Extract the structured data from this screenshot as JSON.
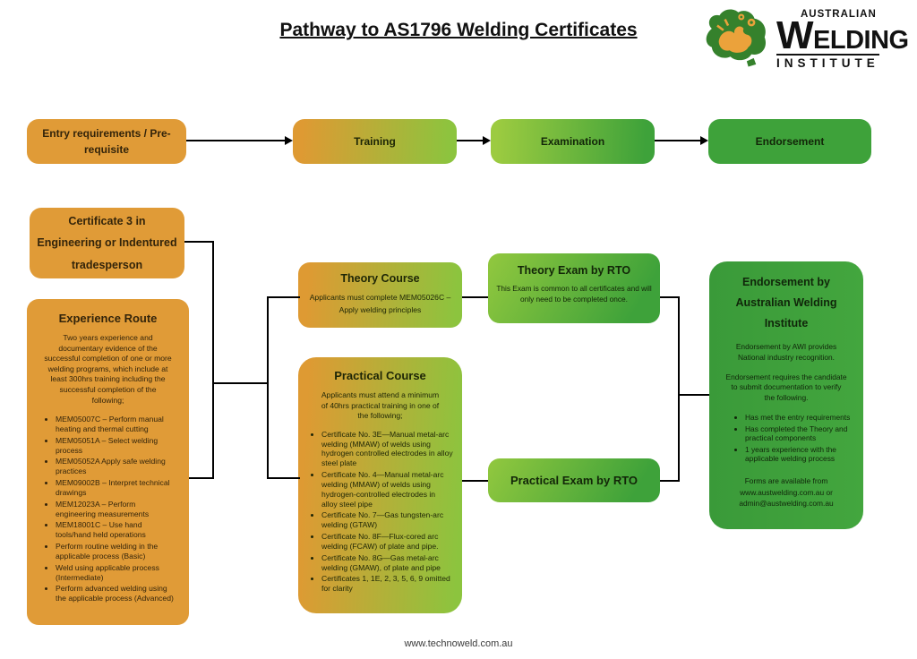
{
  "title": "Pathway to AS1796 Welding Certificates",
  "logo": {
    "australian": "AUSTRALIAN",
    "welding": "WELDING",
    "institute": "INSTITUTE"
  },
  "flow_row": {
    "entry": "Entry requirements / Pre-requisite",
    "training": "Training",
    "examination": "Examination",
    "endorsement": "Endorsement"
  },
  "certificate3": {
    "title": "Certificate 3 in Engineering or Indentured tradesperson"
  },
  "experience": {
    "title": "Experience Route",
    "intro": "Two years experience and documentary evidence of the successful completion of one or more welding programs, which include at least 300hrs training including the successful completion of the following;",
    "bullets": [
      "MEM05007C – Perform manual heating and thermal cutting",
      "MEM05051A – Select welding process",
      "MEM05052A Apply safe welding practices",
      "MEM09002B – Interpret technical drawings",
      "MEM12023A – Perform engineering measurements",
      "MEM18001C – Use hand tools/hand held operations",
      "Perform routine welding in the applicable process (Basic)",
      "Weld using applicable process (Intermediate)",
      "Perform advanced welding using the applicable process (Advanced)"
    ]
  },
  "theory_course": {
    "title": "Theory Course",
    "body": "Applicants must complete MEM05026C – Apply welding principles"
  },
  "practical_course": {
    "title": "Practical Course",
    "intro": "Applicants must attend a minimum of 40hrs practical training in one of the following;",
    "bullets": [
      "Certificate No. 3E—Manual metal-arc welding (MMAW) of welds using hydrogen controlled electrodes in alloy steel plate",
      "Certificate No. 4—Manual metal-arc welding (MMAW) of welds using hydrogen-controlled electrodes in alloy steel pipe",
      "Certificate No. 7—Gas tungsten-arc welding (GTAW)",
      "Certificate No. 8F—Flux-cored arc welding (FCAW) of plate and pipe.",
      "Certificate No. 8G—Gas metal-arc welding (GMAW), of plate and pipe",
      "Certificates 1, 1E, 2, 3, 5, 6, 9 omitted for clarity"
    ]
  },
  "theory_exam": {
    "title": "Theory Exam by RTO",
    "body": "This Exam is common to all certificates and will only need to be completed once."
  },
  "practical_exam": {
    "title": "Practical Exam by RTO"
  },
  "endorsement_box": {
    "title": "Endorsement by Australian Welding Institute",
    "para1": "Endorsement by AWI provides National industry recognition.",
    "para2": "Endorsement requires the candidate to submit documentation to verify the following.",
    "bullets": [
      "Has met the entry requirements",
      "Has completed the Theory and practical components",
      "1 years experience with the applicable welding process"
    ],
    "forms_note": "Forms are available from www.austwelding.com.au or admin@austwelding.com.au"
  },
  "footer": "www.technoweld.com.au",
  "colors": {
    "orange": "#E09B37",
    "green": "#3EA23A",
    "light_green": "#9CCB40",
    "line": "#000000"
  }
}
